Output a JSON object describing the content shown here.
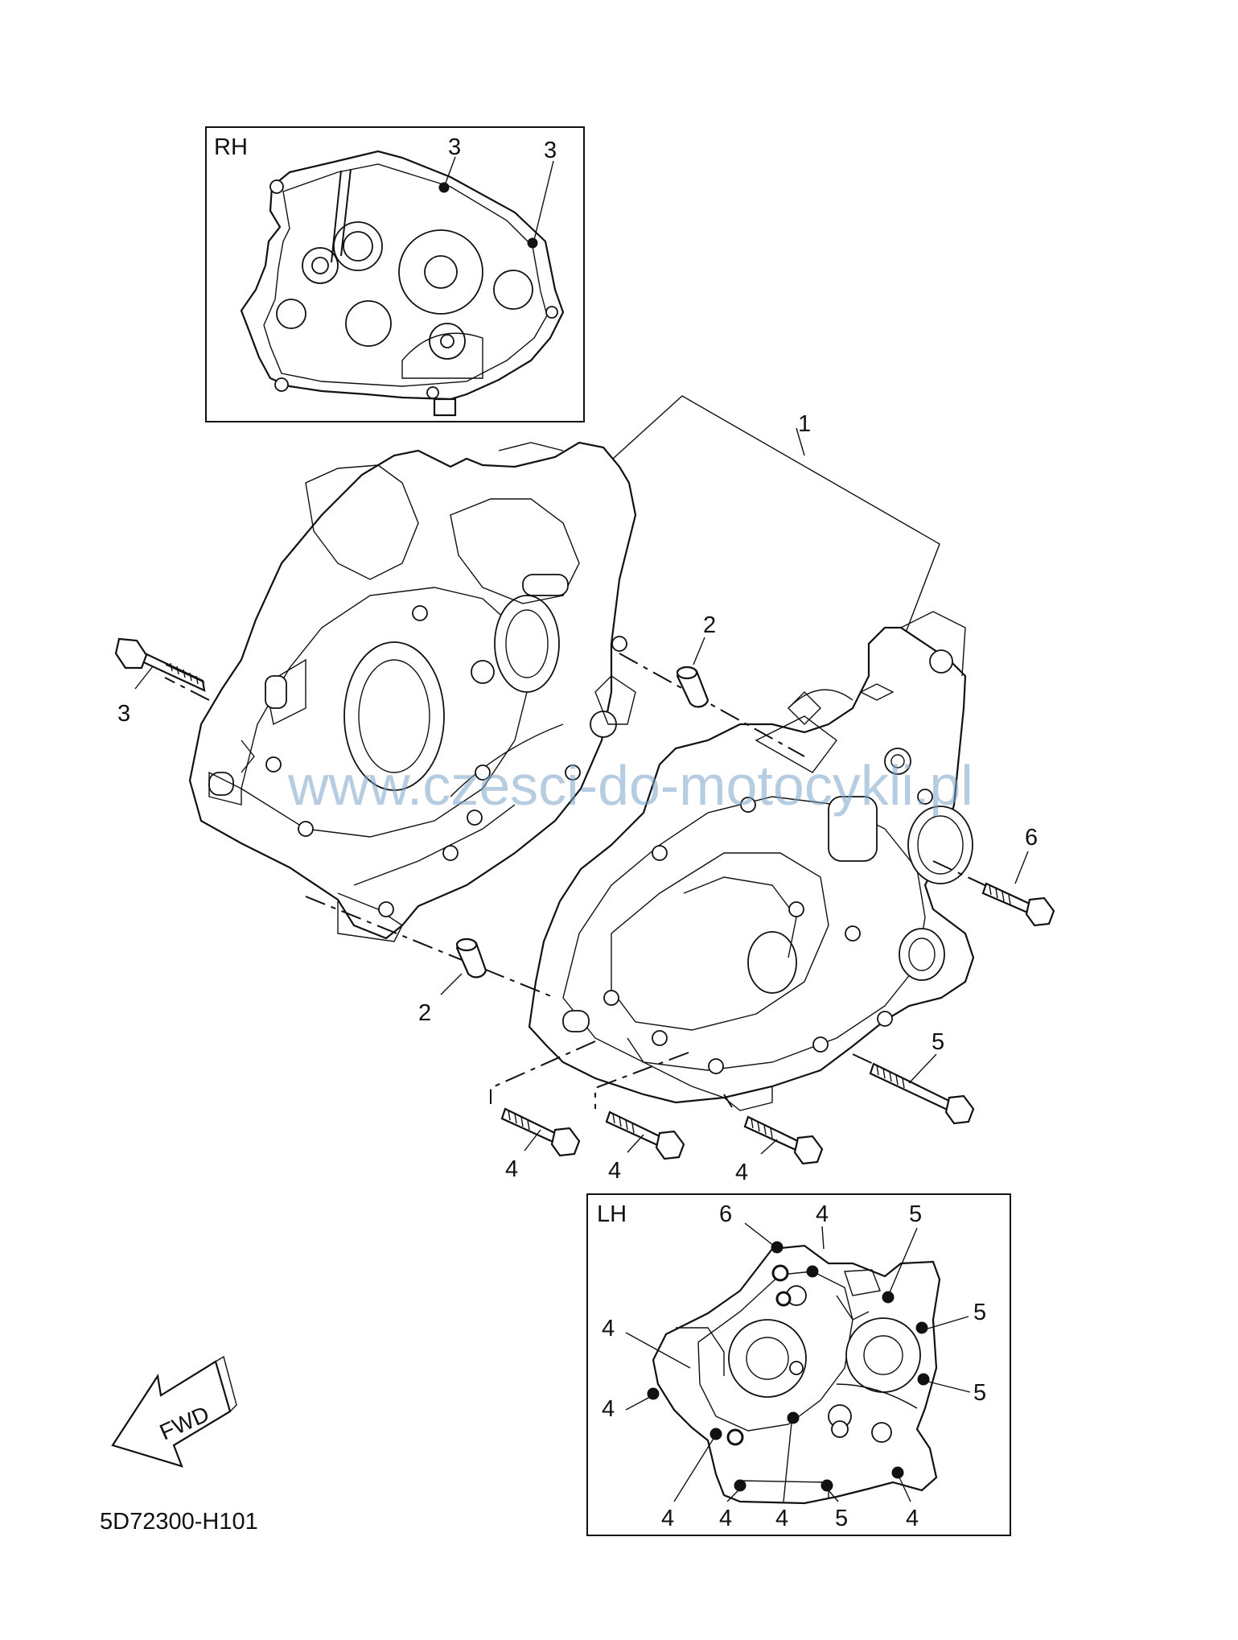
{
  "diagram": {
    "code": "5D72300-H101",
    "watermark": "www.czesci-do-motocykli.pl",
    "inset_rh_label": "RH",
    "inset_lh_label": "LH",
    "fwd_label": "FWD",
    "callouts": {
      "c1": "1",
      "c2a": "2",
      "c2b": "2",
      "c3": "3",
      "c3a": "3",
      "c3b": "3",
      "c4a": "4",
      "c4b": "4",
      "c4c": "4",
      "c5": "5",
      "c6": "6"
    },
    "lh_callouts": {
      "top6": "6",
      "top4": "4",
      "top5": "5",
      "r5a": "5",
      "r5b": "5",
      "l4a": "4",
      "l4b": "4",
      "b4a": "4",
      "b4b": "4",
      "b4c": "4",
      "b5": "5",
      "b4d": "4"
    }
  }
}
